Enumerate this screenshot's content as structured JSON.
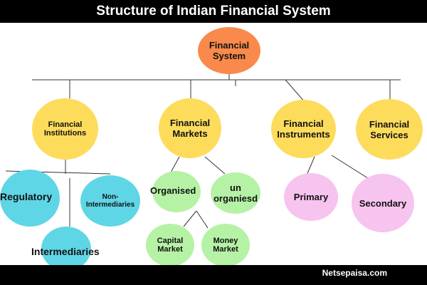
{
  "title": "Structure of Indian Financial System",
  "footer": "Netsepaisa.com",
  "colors": {
    "bar": "#000000",
    "orange": "#f98a4c",
    "yellow": "#fddc5c",
    "blue": "#5fd6e6",
    "green": "#b6f2a6",
    "pink": "#f7c3ef"
  },
  "nodes": {
    "root": "Financial\nSystem",
    "institutions": "Financial\nInstitutions",
    "markets": "Financial\nMarkets",
    "instruments": "Financial\nInstruments",
    "services": "Financial\nServices",
    "regulatory": "Regulatory",
    "non_intermediaries": "Non-\nIntermediaries",
    "intermediaries": "Intermediaries",
    "organised": "Organised",
    "unorganised": "un\norganiesd",
    "capital_market": "Capital\nMarket",
    "money_market": "Money\nMarket",
    "primary": "Primary",
    "secondary": "Secondary"
  }
}
